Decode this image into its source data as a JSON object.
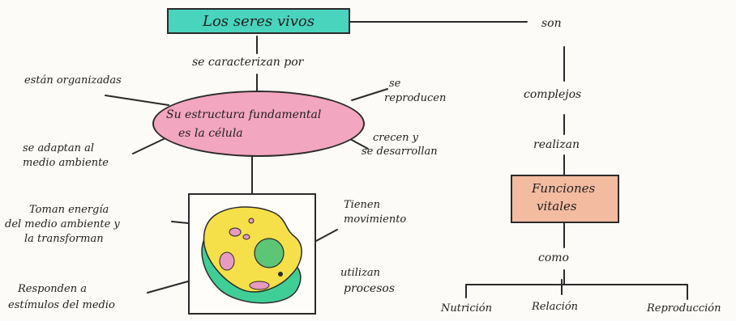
{
  "title": "Los seres vivos",
  "left_branch": {
    "link_label": "se caracterizan por",
    "center_line1": "Su estructura fundamental",
    "center_line2": "es la célula",
    "estan_organizadas": "están organizadas",
    "se_reproducen_1": "se",
    "se_reproducen_2": "reproducen",
    "se_adaptan_1": "se adaptan al",
    "se_adaptan_2": "medio ambiente",
    "crecen_1": "crecen y",
    "crecen_2": "se desarrollan",
    "toman_1": "Toman energía",
    "toman_2": "del medio ambiente y",
    "toman_3": "la transforman",
    "tienen_1": "Tienen",
    "tienen_2": "movimiento",
    "responden_1": "Responden a",
    "responden_2": "estímulos del medio",
    "utilizan_1": "utilizan",
    "utilizan_2": "procesos"
  },
  "right_branch": {
    "son": "son",
    "complejos": "complejos",
    "realizan": "realizan",
    "funciones_1": "Funciones",
    "funciones_2": "vitales",
    "como": "como",
    "items": [
      "Nutrición",
      "Relación",
      "Reproducción"
    ]
  },
  "colors": {
    "title_box": "#49d4bd",
    "ellipse": "#f2a6bf",
    "funciones_box": "#f3bba0",
    "cell_yellow": "#f5e04a",
    "cell_green": "#3fcf96",
    "cell_pink": "#e89ac0"
  }
}
